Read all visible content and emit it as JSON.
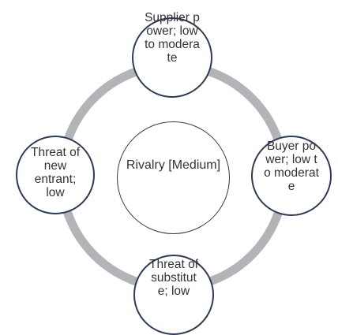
{
  "diagram": {
    "center": {
      "label": "Rivalry [Medium]"
    },
    "nodes": {
      "top": {
        "label": "Supplier power; low to moderate"
      },
      "right": {
        "label": "Buyer power; low to moderate"
      },
      "bottom": {
        "label": "Threat of substitute; low"
      },
      "left": {
        "label": "Threat of new entrant; low"
      }
    }
  },
  "colors": {
    "ring": "#b3b4b8",
    "node_border": "#2e3b55",
    "node_fill": "#ffffff",
    "text": "#333333"
  }
}
